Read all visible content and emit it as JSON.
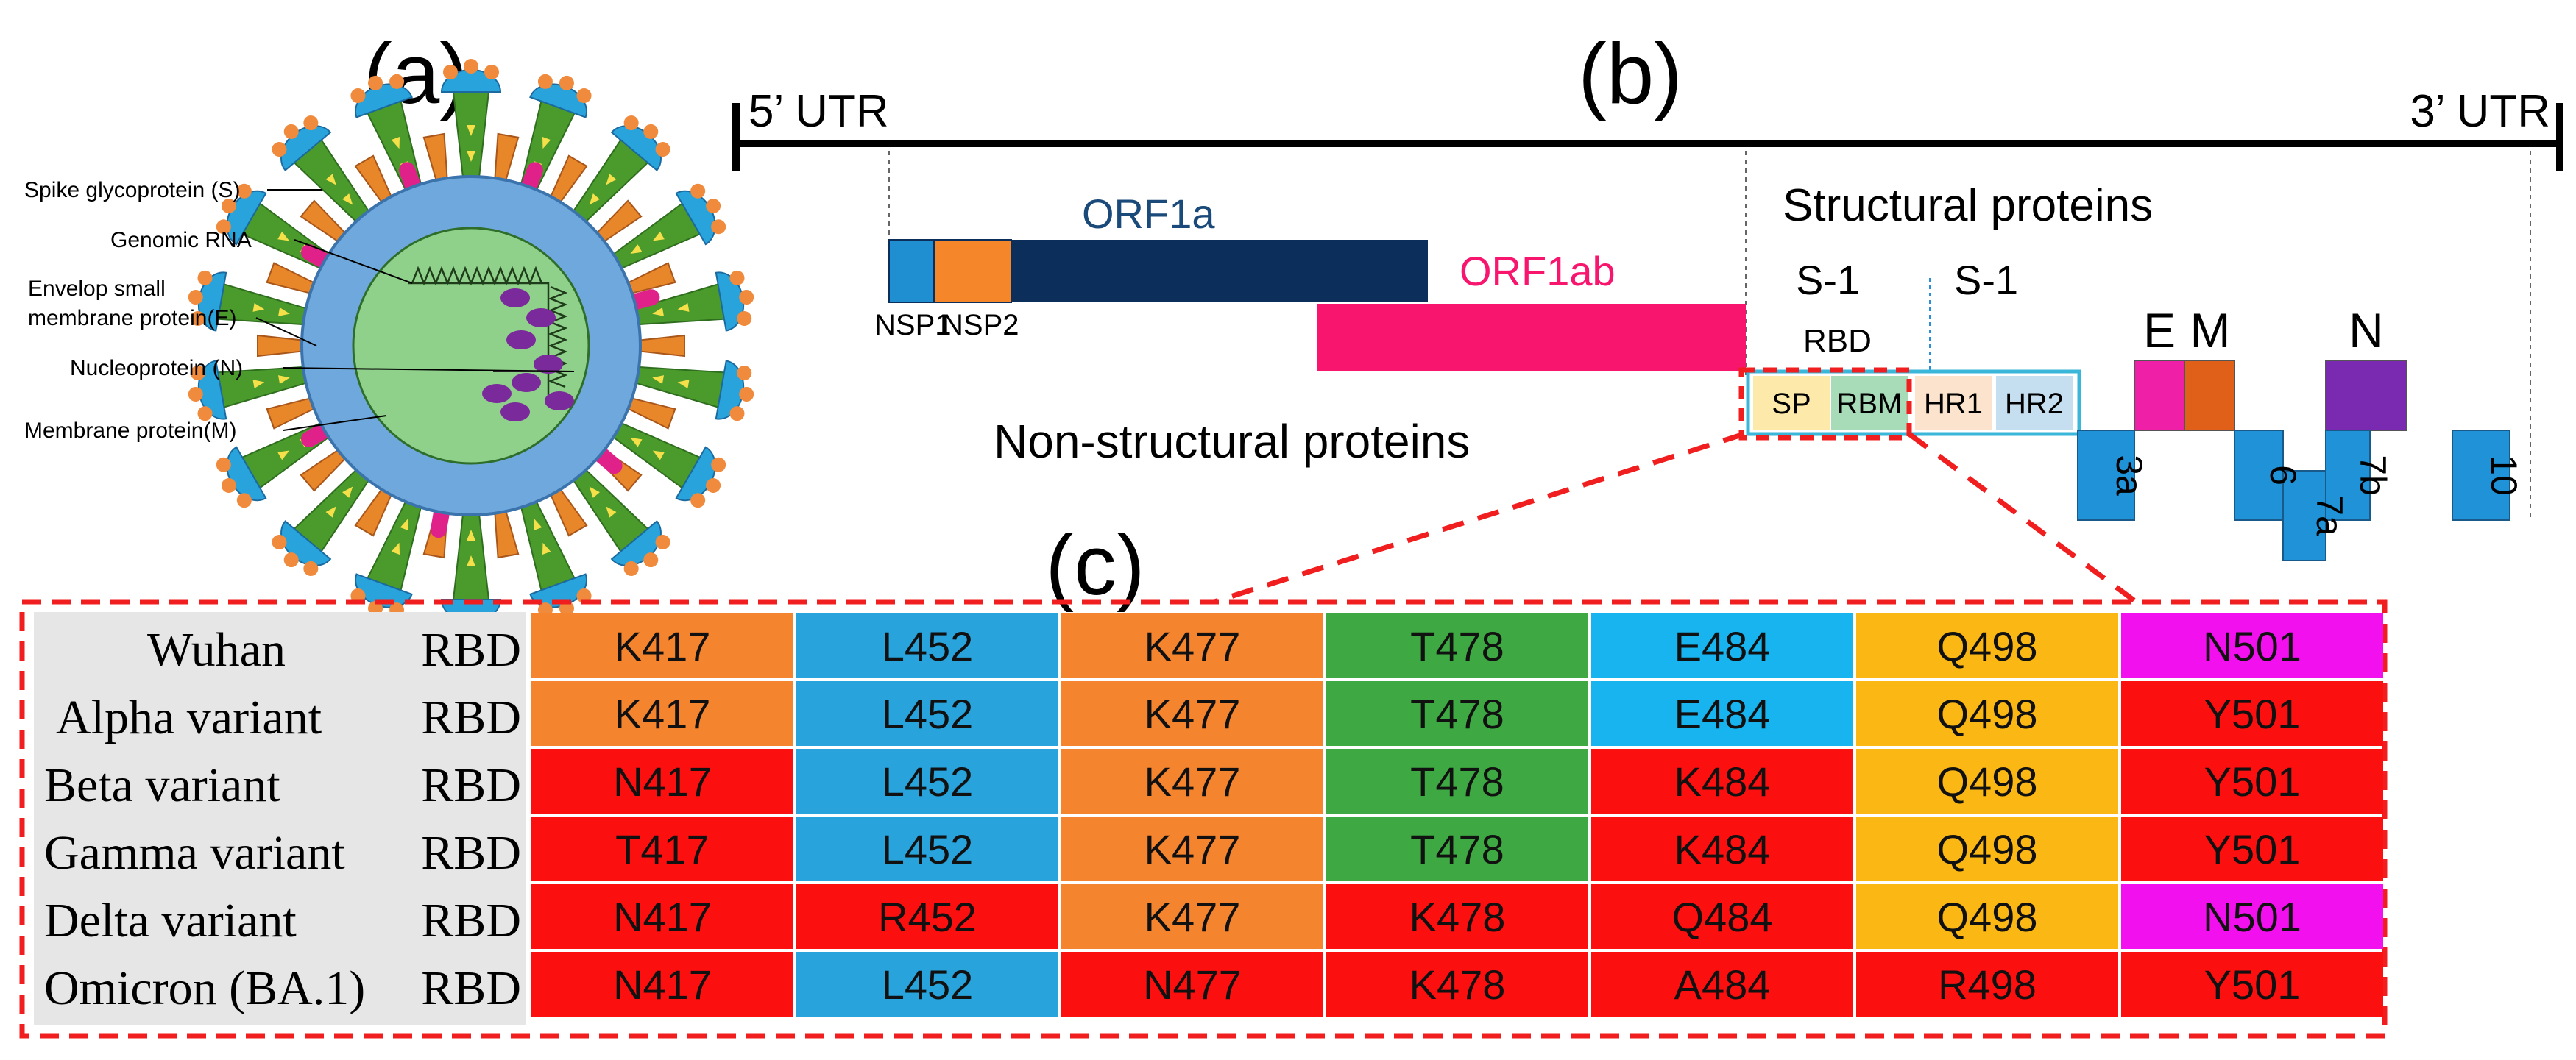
{
  "panel_labels": {
    "a": "(a)",
    "b": "(b)",
    "c": "(c)"
  },
  "virion": {
    "labels": [
      "Spike glycoprotein (S)",
      "Genomic RNA",
      "Envelop small",
      "membrane protein(E)",
      "Nucleoprotein (N)",
      "Membrane protein(M)"
    ],
    "colors": {
      "envelope": "#6fa8dc",
      "core": "#8fd18b",
      "spike_stem": "#4a9a2c",
      "spike_head": "#29a3dc",
      "spike_dots": "#f08a3c",
      "m_protein": "#e0218a",
      "e_protein": "#e8862a",
      "nucleoprotein": "#7a2a9a"
    }
  },
  "genome": {
    "utr5": "5’ UTR",
    "utr3": "3’ UTR",
    "orf1a": "ORF1a",
    "orf1ab": "ORF1ab",
    "nsp1": "NSP1",
    "nsp2": "NSP2",
    "nonstructural": "Non-structural proteins",
    "structural": "Structural proteins",
    "s1_left": "S-1",
    "s1_right": "S-1",
    "rbd": "RBD",
    "spike_domains": [
      "SP",
      "RBM",
      "HR1",
      "HR2"
    ],
    "e": "E",
    "m": "M",
    "n": "N",
    "accessory": [
      "3a",
      "6",
      "7a",
      "7b",
      "10"
    ],
    "colors": {
      "nsp1": "#1f8fd1",
      "nsp2": "#f5862a",
      "orf1a": "#0b2e5a",
      "orf1ab": "#f7156e",
      "orf1a_text": "#1a4a7a",
      "orf1ab_text": "#f7156e",
      "sp": "#fde9a9",
      "rbm": "#a8dcb8",
      "hr1": "#fbe3cd",
      "hr2": "#c5dff1",
      "e_box": "#f01fa8",
      "m_box": "#e0601a",
      "n_box": "#7a2ab0",
      "accessory": "#1f92d8"
    }
  },
  "table": {
    "row_labels": [
      {
        "name": "Wuhan",
        "tag": "RBD"
      },
      {
        "name": "Alpha variant",
        "tag": "RBD"
      },
      {
        "name": "Beta variant",
        "tag": "RBD"
      },
      {
        "name": "Gamma variant",
        "tag": "RBD"
      },
      {
        "name": "Delta variant",
        "tag": "RBD"
      },
      {
        "name": "Omicron (BA.1)",
        "tag": "RBD"
      }
    ],
    "rows": [
      [
        "K417",
        "L452",
        "K477",
        "T478",
        "E484",
        "Q498",
        "N501"
      ],
      [
        "K417",
        "L452",
        "K477",
        "T478",
        "E484",
        "Q498",
        "Y501"
      ],
      [
        "N417",
        "L452",
        "K477",
        "T478",
        "K484",
        "Q498",
        "Y501"
      ],
      [
        "T417",
        "L452",
        "K477",
        "T478",
        "K484",
        "Q498",
        "Y501"
      ],
      [
        "N417",
        "R452",
        "K477",
        "K478",
        "Q484",
        "Q498",
        "N501"
      ],
      [
        "N417",
        "L452",
        "N477",
        "K478",
        "A484",
        "R498",
        "Y501"
      ]
    ],
    "cell_colors": [
      [
        "#f5842f",
        "#29a3dc",
        "#f5842f",
        "#3ea842",
        "#18b4ef",
        "#fbb713",
        "#f211ee"
      ],
      [
        "#f5842f",
        "#29a3dc",
        "#f5842f",
        "#3ea842",
        "#18b4ef",
        "#fbb713",
        "#fb0f0f"
      ],
      [
        "#fb0f0f",
        "#29a3dc",
        "#f5842f",
        "#3ea842",
        "#fb0f0f",
        "#fbb713",
        "#fb0f0f"
      ],
      [
        "#fb0f0f",
        "#29a3dc",
        "#f5842f",
        "#3ea842",
        "#fb0f0f",
        "#fbb713",
        "#fb0f0f"
      ],
      [
        "#fb0f0f",
        "#fb0f0f",
        "#f5842f",
        "#fb0f0f",
        "#fb0f0f",
        "#fbb713",
        "#f211ee"
      ],
      [
        "#fb0f0f",
        "#29a3dc",
        "#fb0f0f",
        "#fb0f0f",
        "#fb0f0f",
        "#fb0f0f",
        "#fb0f0f"
      ]
    ],
    "label_bg": "#e6e6e6",
    "dash_color": "#f01e1e"
  }
}
